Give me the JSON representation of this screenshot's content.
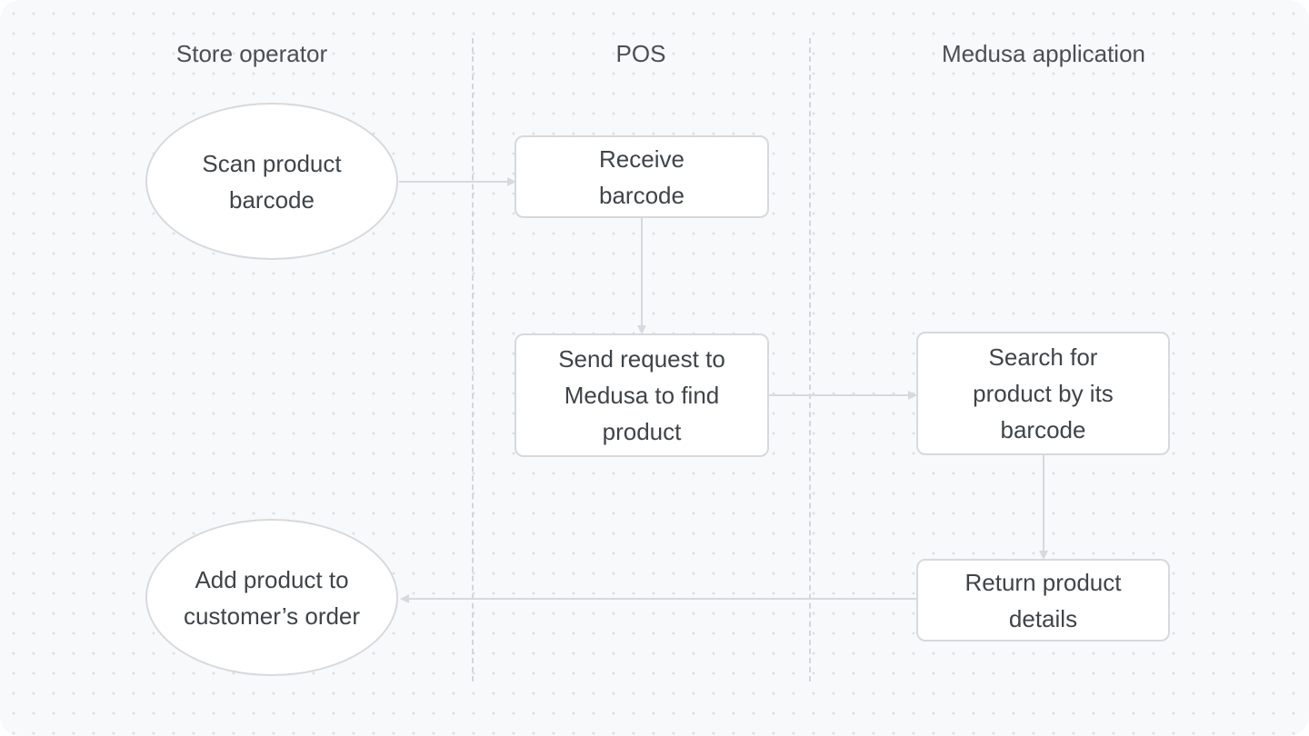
{
  "lanes": {
    "store_operator": "Store operator",
    "pos": "POS",
    "medusa": "Medusa application"
  },
  "nodes": {
    "scan_barcode": "Scan product\nbarcode",
    "receive_barcode": "Receive\nbarcode",
    "send_request": "Send request to\nMedusa to find\nproduct",
    "search_product": "Search for\nproduct by its\nbarcode",
    "return_details": "Return product\ndetails",
    "add_to_order": "Add product to\ncustomer’s order"
  },
  "colors": {
    "background": "#f8f9fb",
    "node_border": "#d6d9de",
    "edge": "#d6d9de",
    "text": "#3f4449"
  }
}
